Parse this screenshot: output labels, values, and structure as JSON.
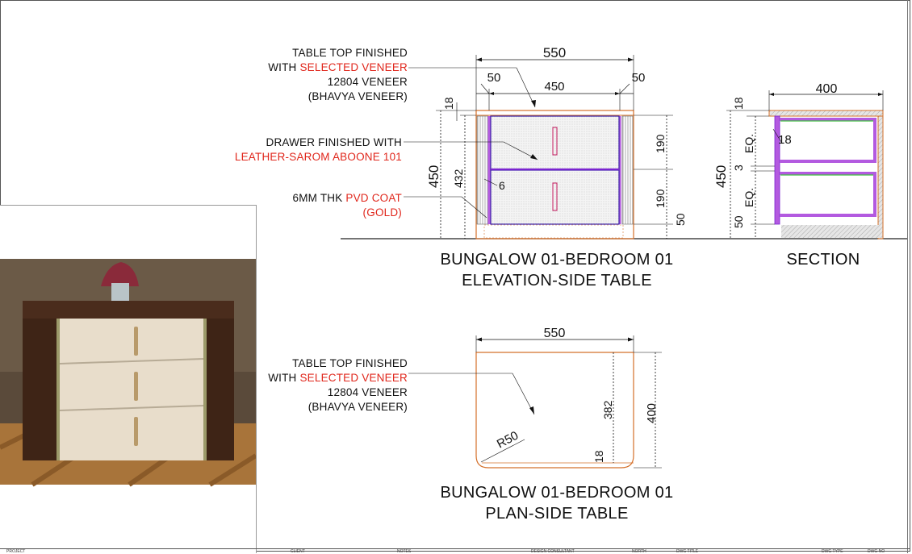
{
  "colors": {
    "accent_red": "#e0261b",
    "veneer_outline": "#d4702a",
    "leather_purple": "#7a24d0",
    "gold_coat": "#b35ae0",
    "green_line": "#3ec23e"
  },
  "elevation": {
    "note_top": {
      "l1": "TABLE TOP FINISHED",
      "l2_pre": "WITH ",
      "l2_red": "SELECTED VENEER",
      "l3": "12804 VENEER",
      "l4": "(BHAVYA VENEER)"
    },
    "note_drawer": {
      "l1": "DRAWER FINISHED WITH",
      "l2_red": "LEATHER-SAROM ABOONE 101"
    },
    "note_coat": {
      "l1_pre": "6MM THK ",
      "l1_red": "PVD COAT",
      "l2_red": "(GOLD)"
    },
    "dims": {
      "overall": "550",
      "inner": "450",
      "left": "50",
      "right": "50",
      "top_thk": "18",
      "height": "450",
      "inner_height": "432",
      "gap": "6",
      "drawer1": "190",
      "drawer2": "190",
      "base": "50"
    },
    "title_l1": "BUNGALOW 01-BEDROOM 01",
    "title_l2": "ELEVATION-SIDE TABLE"
  },
  "section": {
    "dims": {
      "depth": "400",
      "top_thk": "18",
      "height": "450",
      "base": "50",
      "eq1": "EQ.",
      "eq2": "EQ.",
      "mid": "3",
      "side": "18"
    },
    "title": "SECTION"
  },
  "plan": {
    "note_top": {
      "l1": "TABLE TOP FINISHED",
      "l2_pre": "WITH ",
      "l2_red": "SELECTED VENEER",
      "l3": "12804 VENEER",
      "l4": "(BHAVYA VENEER)"
    },
    "dims": {
      "width": "550",
      "depth_inner": "382",
      "depth": "400",
      "radius": "R50",
      "edge": "18"
    },
    "title_l1": "BUNGALOW 01-BEDROOM 01",
    "title_l2": "PLAN-SIDE TABLE"
  },
  "title_block": {
    "project": "PROJECT",
    "client": "CLIENT",
    "notes": "NOTES",
    "design_consultant": "DESIGN CONSULTANT",
    "north": "NORTH",
    "dwg_title": "DWG TITLE",
    "dwg_type": "DWG TYPE",
    "dwg_no": "DWG NO"
  }
}
